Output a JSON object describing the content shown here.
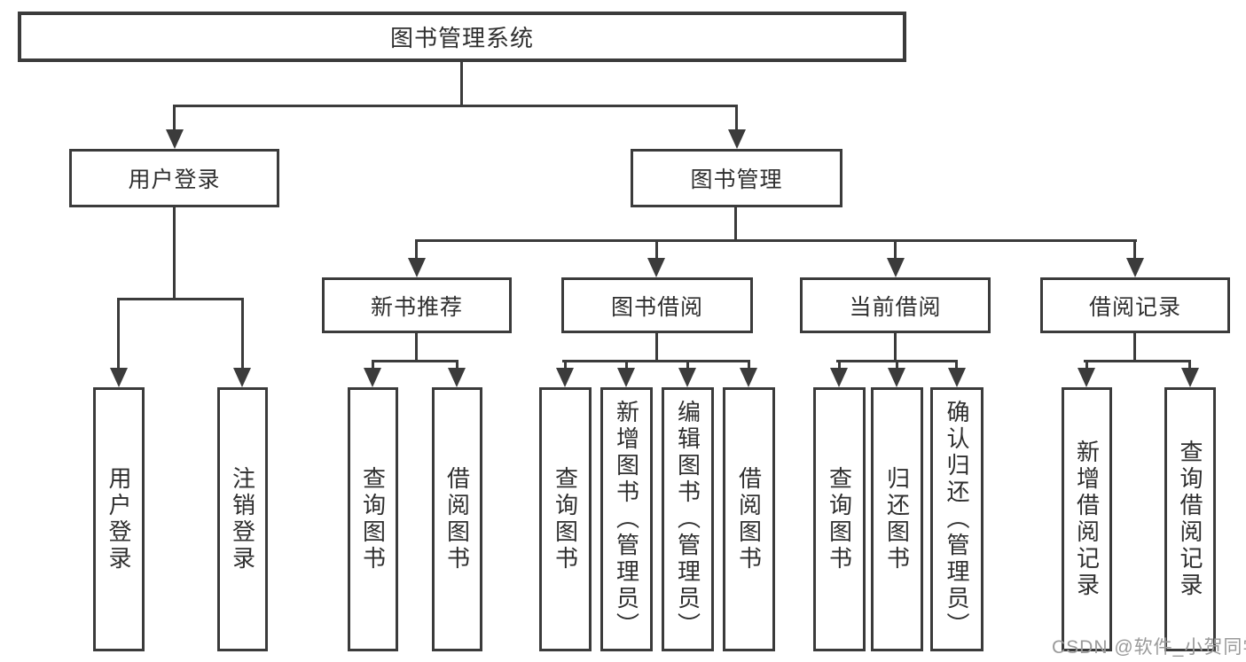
{
  "colors": {
    "line": "#3b3b3b",
    "text": "#2f2f2f",
    "bg": "#ffffff",
    "watermark": "#9a9a9a"
  },
  "watermark": {
    "text": "CSDN @软件_小贺同学"
  },
  "tree": {
    "root": {
      "label": "图书管理系统"
    },
    "level2": [
      {
        "label": "用户登录",
        "children": [
          {
            "label": "用户登录"
          },
          {
            "label": "注销登录"
          }
        ]
      },
      {
        "label": "图书管理",
        "children": [
          {
            "label": "新书推荐",
            "children": [
              {
                "label": "查询图书"
              },
              {
                "label": "借阅图书"
              }
            ]
          },
          {
            "label": "图书借阅",
            "children": [
              {
                "label": "查询图书"
              },
              {
                "label": "新增图书（管理员）"
              },
              {
                "label": "编辑图书（管理员）"
              },
              {
                "label": "借阅图书"
              }
            ]
          },
          {
            "label": "当前借阅",
            "children": [
              {
                "label": "查询图书"
              },
              {
                "label": "归还图书"
              },
              {
                "label": "确认归还（管理员）"
              }
            ]
          },
          {
            "label": "借阅记录",
            "children": [
              {
                "label": "新增借阅记录"
              },
              {
                "label": "查询借阅记录"
              }
            ]
          }
        ]
      }
    ]
  }
}
